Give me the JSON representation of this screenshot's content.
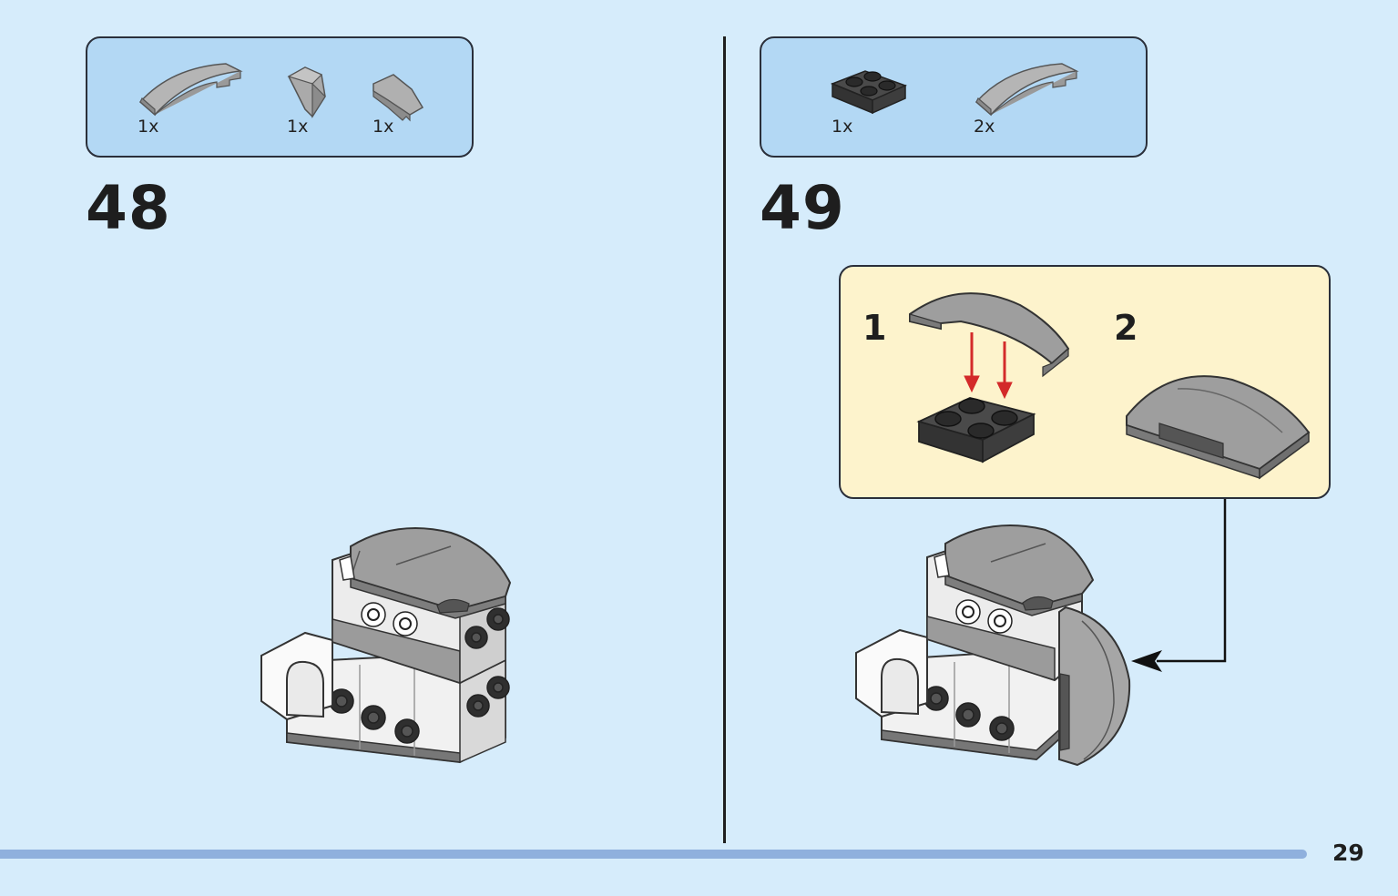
{
  "left_step": {
    "number": "48",
    "parts": [
      {
        "qty": "1x",
        "piece": "curved-slope-piece"
      },
      {
        "qty": "1x",
        "piece": "small-wedge-piece"
      },
      {
        "qty": "1x",
        "piece": "wedge-plate-piece"
      }
    ]
  },
  "right_step": {
    "number": "49",
    "parts": [
      {
        "qty": "1x",
        "piece": "dark-plate-2x2"
      },
      {
        "qty": "2x",
        "piece": "curved-slope-piece"
      }
    ],
    "callout": {
      "sub_steps": [
        "1",
        "2"
      ]
    }
  },
  "page_number": "29",
  "colors": {
    "background": "#d6ecfb",
    "parts_box": "#b3d8f4",
    "callout_box": "#fdf3cc",
    "arrow_red": "#d32a2a",
    "bottom_bar": "#8fb0dd"
  }
}
